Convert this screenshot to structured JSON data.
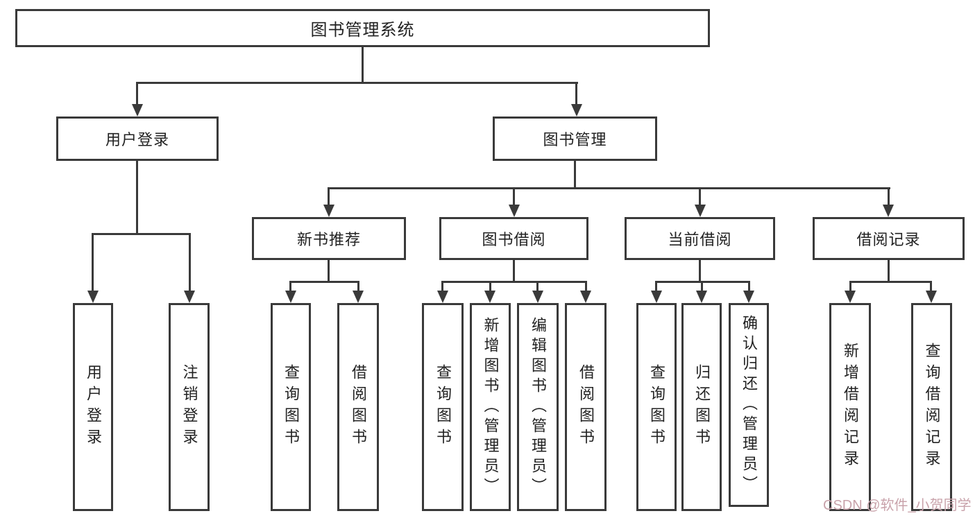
{
  "diagram": {
    "root": {
      "label": "图书管理系统"
    },
    "login": {
      "label": "用户登录",
      "children": [
        "用户登录",
        "注销登录"
      ]
    },
    "manage": {
      "label": "图书管理",
      "sections": [
        {
          "label": "新书推荐",
          "children": [
            "查询图书",
            "借阅图书"
          ]
        },
        {
          "label": "图书借阅",
          "children": [
            "查询图书",
            "新增图书（管理员）",
            "编辑图书（管理员）",
            "借阅图书"
          ]
        },
        {
          "label": "当前借阅",
          "children": [
            "查询图书",
            "归还图书",
            "确认归还（管理员）"
          ]
        },
        {
          "label": "借阅记录",
          "children": [
            "新增借阅记录",
            "查询借阅记录"
          ]
        }
      ]
    }
  },
  "watermark": {
    "text": "CSDN @软件_小贺同学"
  },
  "colors": {
    "line": "#3a3a3a",
    "text": "#222222",
    "watermark": "#c9a3ab",
    "background": "#ffffff"
  }
}
